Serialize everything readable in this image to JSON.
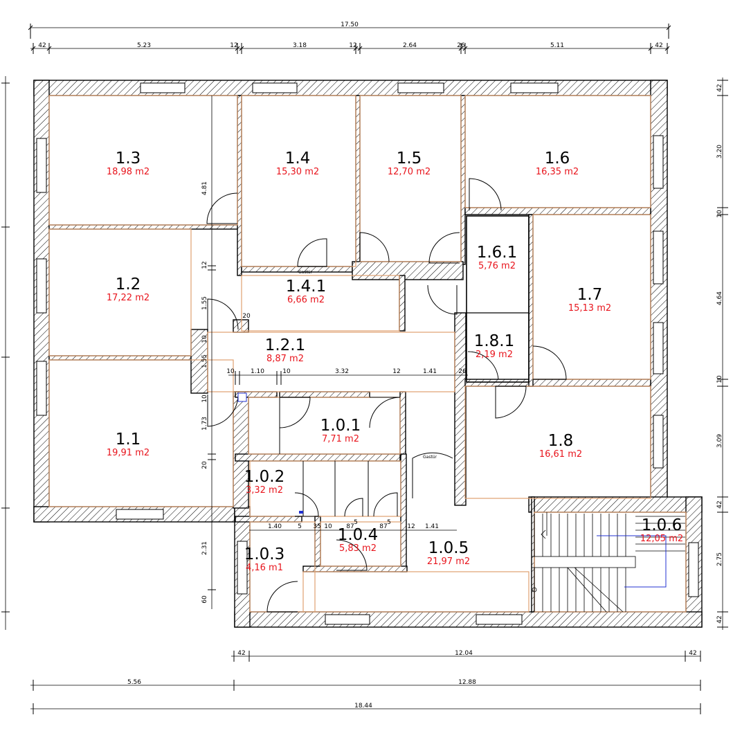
{
  "rooms": [
    {
      "id": "1.3",
      "area": "18,98 m2"
    },
    {
      "id": "1.4",
      "area": "15,30 m2"
    },
    {
      "id": "1.5",
      "area": "12,70 m2"
    },
    {
      "id": "1.6",
      "area": "16,35 m2"
    },
    {
      "id": "1.2",
      "area": "17,22 m2"
    },
    {
      "id": "1.4.1",
      "area": "6,66 m2"
    },
    {
      "id": "1.6.1",
      "area": "5,76 m2"
    },
    {
      "id": "1.7",
      "area": "15,13 m2"
    },
    {
      "id": "1.2.1",
      "area": "8,87 m2"
    },
    {
      "id": "1.8.1",
      "area": "2,19 m2"
    },
    {
      "id": "1.1",
      "area": "19,91 m2"
    },
    {
      "id": "1.0.1",
      "area": "7,71 m2"
    },
    {
      "id": "1.8",
      "area": "16,61 m2"
    },
    {
      "id": "1.0.2",
      "area": "3,32 m2"
    },
    {
      "id": "1.0.6",
      "area": "12,05 m2"
    },
    {
      "id": "1.0.4",
      "area": "5,83 m2"
    },
    {
      "id": "1.0.5",
      "area": "21,97 m2"
    },
    {
      "id": "1.0.3",
      "area": "4,16 m1"
    }
  ],
  "dims_top": {
    "total": "17.50",
    "segments": [
      "42",
      "5.23",
      "12",
      "3.18",
      "12",
      "2.64",
      "26",
      "5.11",
      "42"
    ]
  },
  "dims_bottom": {
    "row1": [
      "42",
      "12.04",
      "42"
    ],
    "row2": [
      "5.56",
      "12.88"
    ],
    "total": "18.44"
  },
  "dims_right": [
    "42",
    "3.20",
    "10",
    "4.64",
    "10",
    "3.09",
    "42",
    "2.75",
    "42"
  ],
  "dims_inner": {
    "v_left": [
      "4.81",
      "12",
      "1.55",
      "10",
      "1.55",
      "10",
      "1.73",
      "20",
      "2.31",
      "60"
    ],
    "h_corridor": [
      "10",
      "1.10",
      "10",
      "3.32",
      "12",
      "1.41",
      "26"
    ],
    "h_lower": [
      "1.40",
      "5",
      "35",
      "10",
      "87",
      "5",
      "87",
      "5",
      "12",
      "1.41"
    ],
    "small": [
      "20"
    ]
  },
  "labels": {
    "gastur1": "Gastür",
    "gastur2": "Gastür"
  }
}
